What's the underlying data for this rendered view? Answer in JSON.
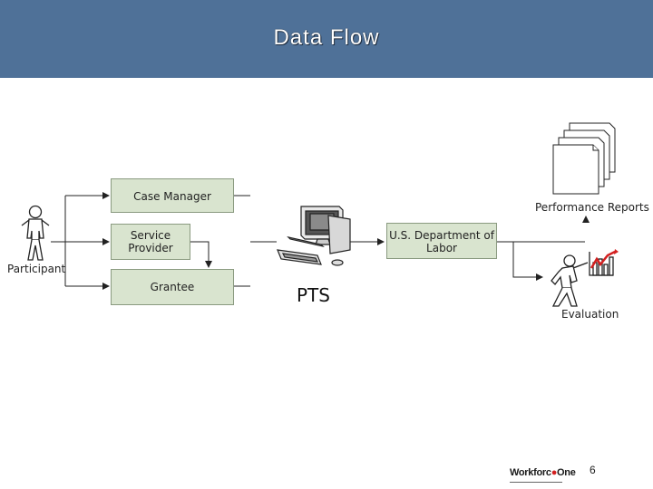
{
  "header": {
    "title": "Data Flow"
  },
  "diagram": {
    "participant": "Participant",
    "case_manager": "Case Manager",
    "service_provider_line1": "Service",
    "service_provider_line2": "Provider",
    "grantee": "Grantee",
    "pts": "PTS",
    "dol_line1": "U.S. Department of",
    "dol_line2": "Labor",
    "performance_reports": "Performance Reports",
    "evaluation": "Evaluation"
  },
  "footer": {
    "page_number": "6",
    "logo_text_a": "Workforc",
    "logo_text_b": "One"
  },
  "colors": {
    "header": "#4f7198",
    "box_fill": "#d9e4cf",
    "logo_accent": "#d32020"
  },
  "icons": [
    "person-icon",
    "computer-icon",
    "documents-icon",
    "presenter-chart-icon"
  ]
}
